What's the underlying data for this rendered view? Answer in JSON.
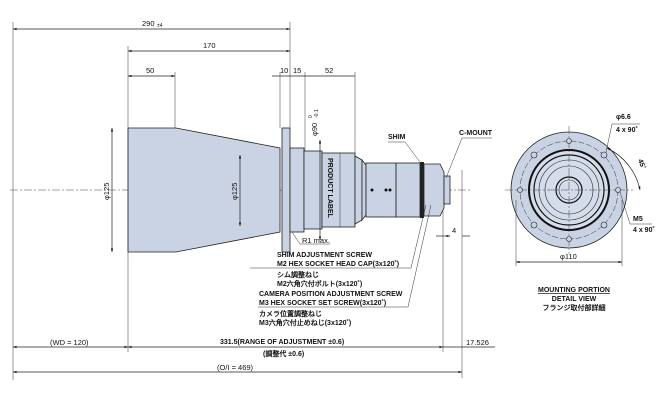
{
  "dimensions": {
    "overall_length": "290",
    "overall_tol": "±4",
    "d170": "170",
    "d50": "50",
    "d10": "10",
    "d15": "15",
    "d52": "52",
    "dia_front": "φ125",
    "dia_mid": "φ125",
    "dia_90": "φ90",
    "dia_90_tol_upper": "0",
    "dia_90_tol_lower": "-0.1",
    "d4": "4",
    "r1": "R1 max.",
    "wd": "(WD = 120)",
    "range": "331.5(RANGE OF ADJUSTMENT ±0.6)",
    "range_jp": "(調整代 ±0.6)",
    "back": "17.526",
    "oi": "(O/I = 469)"
  },
  "labels": {
    "product_label": "PRODUCT LABEL",
    "shim": "SHIM",
    "cmount": "C-MOUNT",
    "shim_screw_1": "SHIM ADJUSTMENT SCREW",
    "shim_screw_2": "M2 HEX SOCKET HEAD CAP(3x120˚)",
    "shim_screw_jp1": "シム調整ねじ",
    "shim_screw_jp2": "M2六角穴付ボルト(3x120˚)",
    "cam_screw_1": "CAMERA POSITION ADJUSTMENT SCREW",
    "cam_screw_2": "M3 HEX SOCKET SET SCREW(3x120˚)",
    "cam_screw_jp1": "カメラ位置調整ねじ",
    "cam_screw_jp2": "M3六角穴付止めねじ(3x120˚)"
  },
  "detail_view": {
    "hole_dia": "φ6.6",
    "hole_count": "4 x 90˚",
    "angle": "45˚",
    "thread": "M5",
    "thread_count": "4 x 90˚",
    "flange_dia": "φ110",
    "title_1": "MOUNTING PORTION",
    "title_2": "DETAIL VIEW",
    "title_jp": "フランジ取付部詳細"
  }
}
